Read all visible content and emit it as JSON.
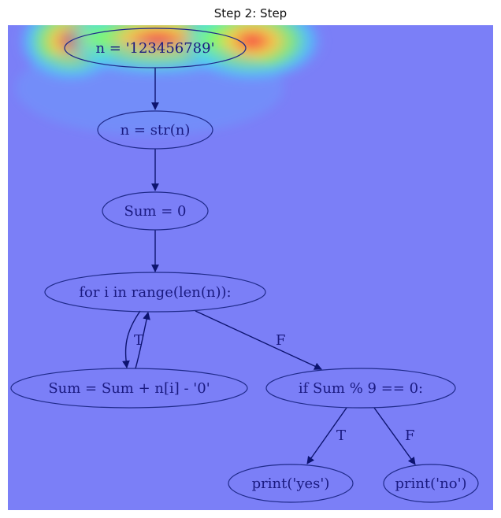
{
  "title": "Step 2: Step",
  "colors": {
    "background": "#7b7ff7",
    "node_stroke": "#1f2a8a",
    "edge": "#0d1470",
    "text": "#1a1a80",
    "heat_hot": "#ff3b3b",
    "heat_warm": "#ffd23a",
    "heat_mid": "#7cff6a",
    "heat_cool": "#36e8ff"
  },
  "nodes": [
    {
      "id": "init",
      "label": "n = '123456789'"
    },
    {
      "id": "str",
      "label": "n = str(n)"
    },
    {
      "id": "sum0",
      "label": "Sum = 0"
    },
    {
      "id": "loop",
      "label": "for i in range(len(n)):"
    },
    {
      "id": "acc",
      "label": "Sum = Sum + n[i] - '0'"
    },
    {
      "id": "cond",
      "label": "if Sum % 9 == 0:"
    },
    {
      "id": "yes",
      "label": "print('yes')"
    },
    {
      "id": "no",
      "label": "print('no')"
    }
  ],
  "edges": [
    {
      "from": "init",
      "to": "str",
      "label": ""
    },
    {
      "from": "str",
      "to": "sum0",
      "label": ""
    },
    {
      "from": "sum0",
      "to": "loop",
      "label": ""
    },
    {
      "from": "loop",
      "to": "acc",
      "label": "T"
    },
    {
      "from": "acc",
      "to": "loop",
      "label": ""
    },
    {
      "from": "loop",
      "to": "cond",
      "label": "F"
    },
    {
      "from": "cond",
      "to": "yes",
      "label": "T"
    },
    {
      "from": "cond",
      "to": "no",
      "label": "F"
    }
  ]
}
